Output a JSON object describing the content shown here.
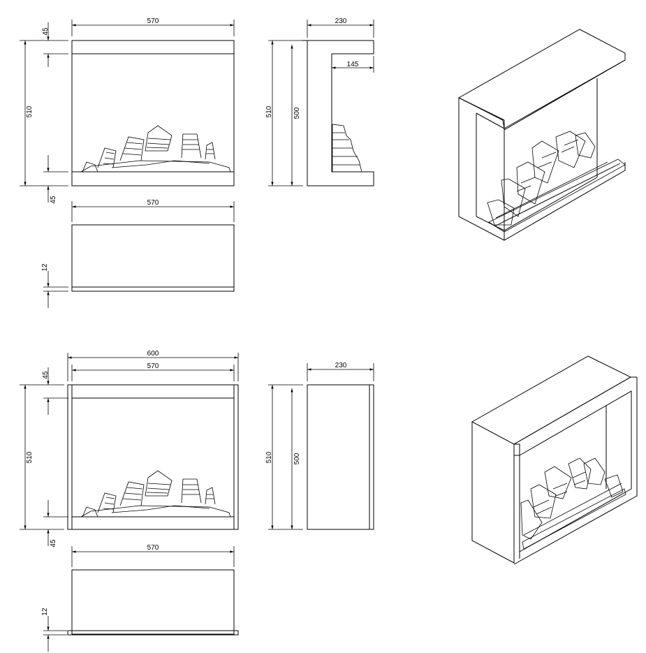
{
  "view1": {
    "front_width": "570",
    "front_top": "45",
    "front_height": "510",
    "front_bottom": "45",
    "side_depth": "230",
    "side_inner": "145",
    "side_height": "510",
    "side_inner_height": "500",
    "base_width": "570",
    "base_thickness": "12"
  },
  "view2": {
    "front_outer_width": "600",
    "front_width": "570",
    "front_top": "45",
    "front_height": "510",
    "front_bottom": "45",
    "side_depth": "230",
    "side_height": "510",
    "side_inner_height": "500",
    "base_width": "570",
    "base_thickness": "12"
  }
}
